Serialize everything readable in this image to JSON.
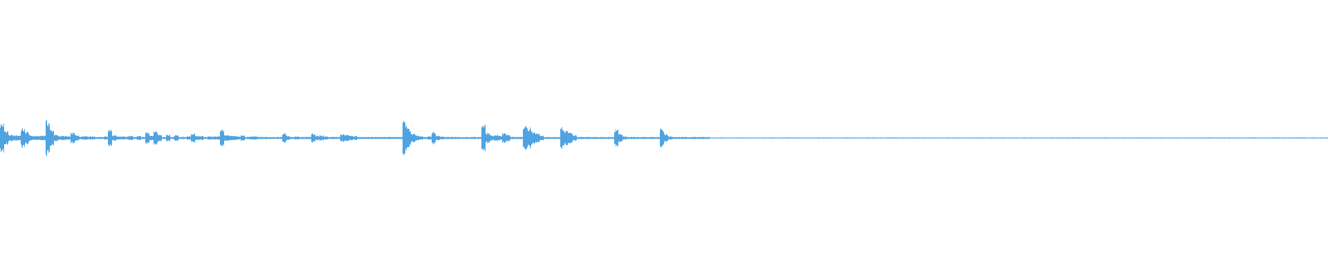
{
  "waveform": {
    "color": "#4fa3e0",
    "background": "#ffffff",
    "amplitude": [
      0.28,
      0.14,
      0.06,
      0.05,
      0.05,
      0.18,
      0.12,
      0.05,
      0.04,
      0.04,
      0.05,
      0.33,
      0.16,
      0.06,
      0.04,
      0.04,
      0.03,
      0.1,
      0.06,
      0.03,
      0.04,
      0.03,
      0.03,
      0.02,
      0.02,
      0.03,
      0.16,
      0.05,
      0.03,
      0.03,
      0.03,
      0.04,
      0.02,
      0.04,
      0.02,
      0.12,
      0.05,
      0.14,
      0.07,
      0.02,
      0.06,
      0.02,
      0.06,
      0.02,
      0.02,
      0.03,
      0.09,
      0.04,
      0.04,
      0.02,
      0.03,
      0.03,
      0.03,
      0.15,
      0.06,
      0.05,
      0.04,
      0.03,
      0.05,
      0.02,
      0.03,
      0.03,
      0.02,
      0.02,
      0.02,
      0.02,
      0.02,
      0.02,
      0.09,
      0.04,
      0.02,
      0.03,
      0.02,
      0.02,
      0.02,
      0.09,
      0.04,
      0.05,
      0.03,
      0.02,
      0.02,
      0.02,
      0.07,
      0.06,
      0.05,
      0.04,
      0.02,
      0.02,
      0.02,
      0.02,
      0.02,
      0.02,
      0.02,
      0.02,
      0.02,
      0.02,
      0.02,
      0.32,
      0.18,
      0.08,
      0.05,
      0.03,
      0.02,
      0.03,
      0.12,
      0.04,
      0.03,
      0.02,
      0.02,
      0.02,
      0.02,
      0.02,
      0.02,
      0.02,
      0.02,
      0.02,
      0.26,
      0.1,
      0.05,
      0.06,
      0.04,
      0.1,
      0.06,
      0.02,
      0.02,
      0.02,
      0.22,
      0.2,
      0.12,
      0.1,
      0.05,
      0.02,
      0.02,
      0.02,
      0.02,
      0.2,
      0.14,
      0.1,
      0.05,
      0.02,
      0.02,
      0.02,
      0.02,
      0.02,
      0.02,
      0.02,
      0.02,
      0.02,
      0.16,
      0.08,
      0.03,
      0.02,
      0.02,
      0.02,
      0.02,
      0.02,
      0.02,
      0.02,
      0.02,
      0.18,
      0.08,
      0.03,
      0.02,
      0.02,
      0.02,
      0.02,
      0.02,
      0.02,
      0.02,
      0.02,
      0.02,
      0.01,
      0.01,
      0.01,
      0.01,
      0.01,
      0.01,
      0.01,
      0.01,
      0.01,
      0.01,
      0.01,
      0.01,
      0.01,
      0.01,
      0.01,
      0.01,
      0.01,
      0.01,
      0.01,
      0.01,
      0.01,
      0.01,
      0.01,
      0.01,
      0.01,
      0.01,
      0.01,
      0.01,
      0.01,
      0.01,
      0.01,
      0.01,
      0.01,
      0.01,
      0.01,
      0.01,
      0.01,
      0.01,
      0.01,
      0.01,
      0.01,
      0.01,
      0.01,
      0.01,
      0.01,
      0.01,
      0.01,
      0.01,
      0.01,
      0.01,
      0.01,
      0.01,
      0.01,
      0.01,
      0.01,
      0.01,
      0.01,
      0.01,
      0.01,
      0.01,
      0.01,
      0.01,
      0.01,
      0.01,
      0.01,
      0.01,
      0.01,
      0.01,
      0.01,
      0.01,
      0.01,
      0.01,
      0.01,
      0.01,
      0.01,
      0.01,
      0.01,
      0.01,
      0.01,
      0.01,
      0.01,
      0.01,
      0.01,
      0.01,
      0.01,
      0.01,
      0.01,
      0.01,
      0.01,
      0.01,
      0.01,
      0.01,
      0.01,
      0.01,
      0.01,
      0.01,
      0.01,
      0.01,
      0.01,
      0.01,
      0.01,
      0.01,
      0.01,
      0.01,
      0.01,
      0.01,
      0.01,
      0.01,
      0.01,
      0.01,
      0.01,
      0.01,
      0.01,
      0.01,
      0.01,
      0.01,
      0.01,
      0.01,
      0.01,
      0.01,
      0.01,
      0.01,
      0.01,
      0.01,
      0.01,
      0.01,
      0.01,
      0.01,
      0.01,
      0.01,
      0.01,
      0.01,
      0.01,
      0.01,
      0.01,
      0.01,
      0.01,
      0.01,
      0.01,
      0.01,
      0.01,
      0.01,
      0.01,
      0.01,
      0.01,
      0.01,
      0.01,
      0.01,
      0.01
    ],
    "sample_rate": "",
    "label": ""
  }
}
